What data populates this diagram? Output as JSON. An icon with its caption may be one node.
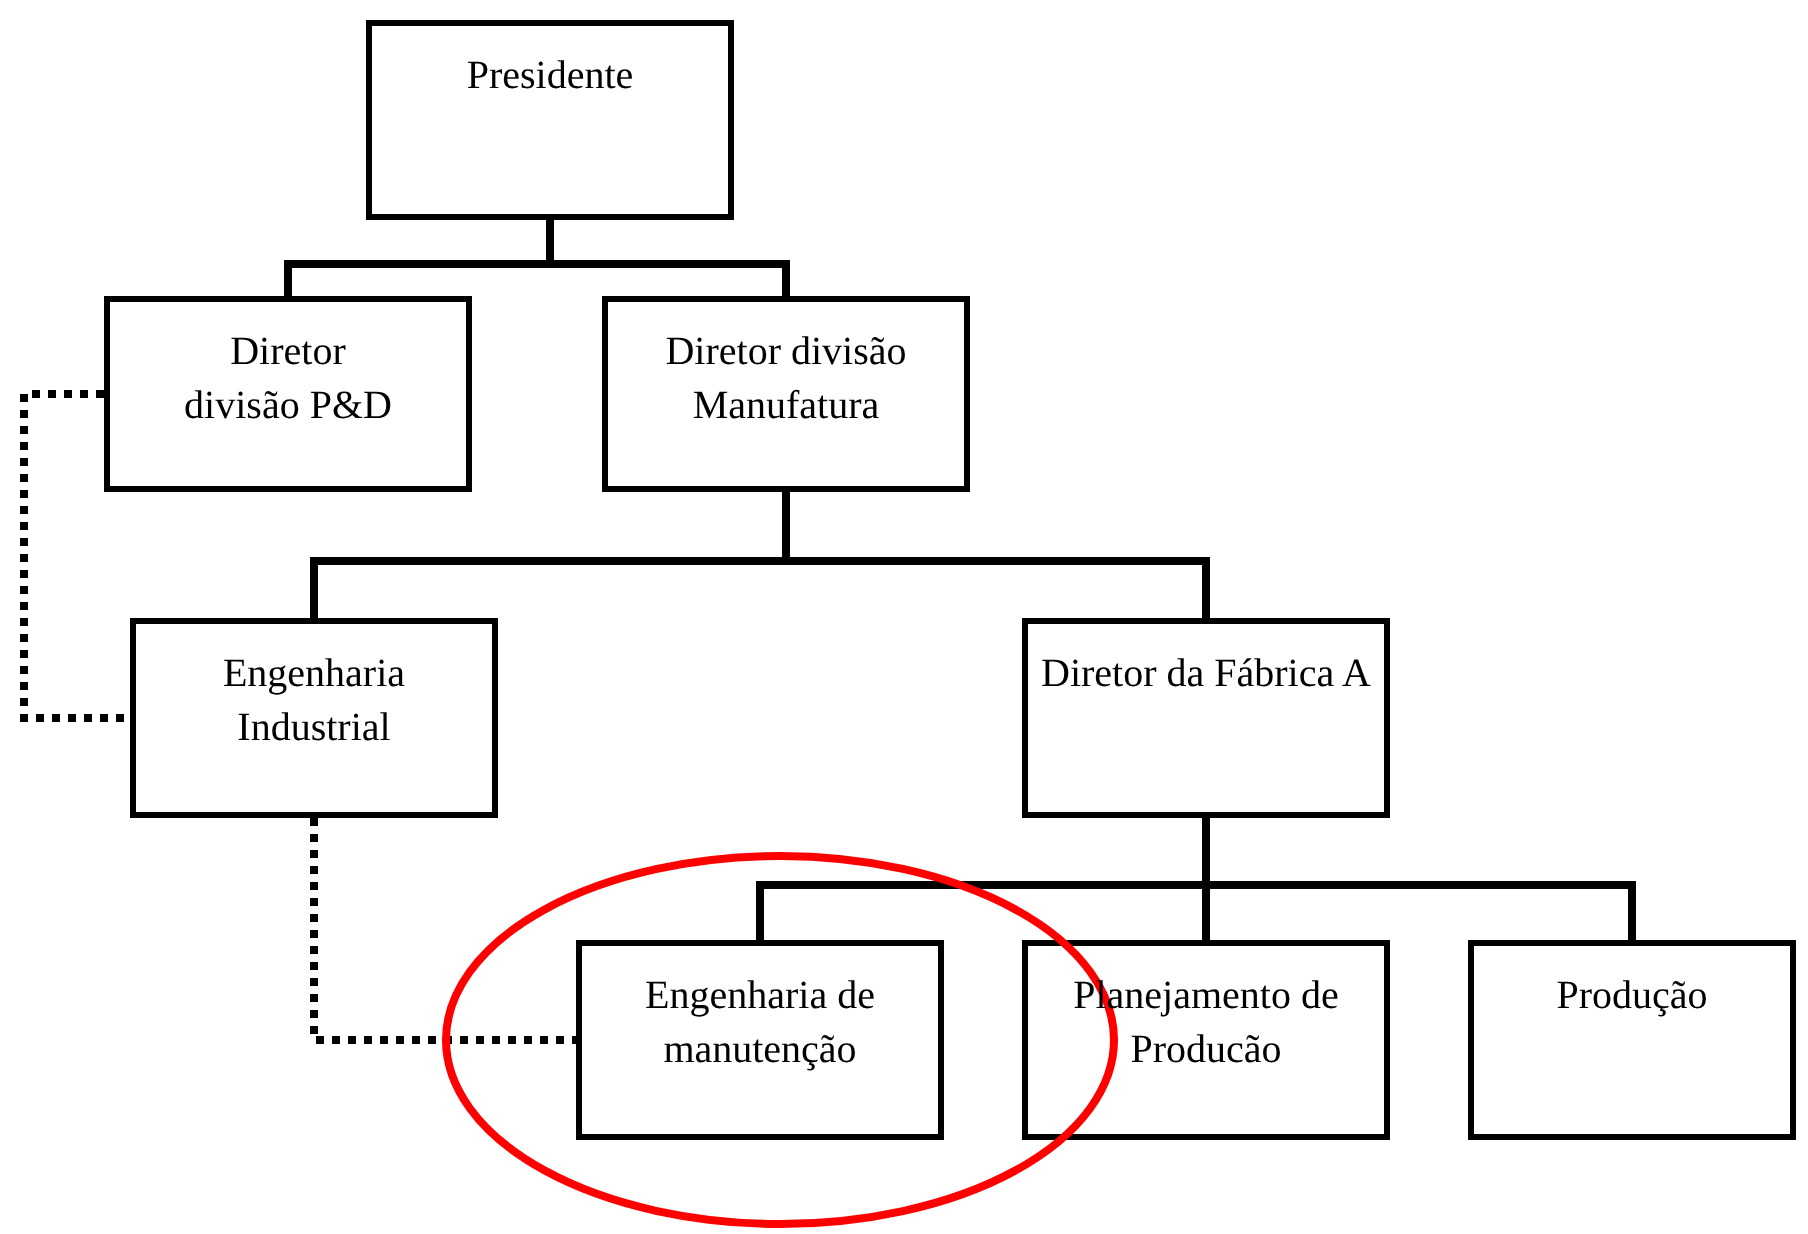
{
  "diagram": {
    "nodes": [
      {
        "text": [
          "Presidente"
        ]
      },
      {
        "text": [
          "Diretor divisão P&D"
        ]
      },
      {
        "text": [
          "Diretor divisão Manufatura"
        ]
      },
      {
        "text": [
          "Engenharia Industrial"
        ]
      },
      {
        "text": [
          "Diretor da Fábrica A"
        ]
      },
      {
        "text": [
          "Engenharia de manutenção"
        ]
      },
      {
        "text": [
          "Planejamento de Producão"
        ]
      },
      {
        "text": [
          "Produção"
        ]
      }
    ],
    "edges": [
      {
        "from": 0,
        "to": 1,
        "arrow": "none"
      },
      {
        "from": 0,
        "to": 2,
        "arrow": "none"
      },
      {
        "from": 2,
        "to": 3,
        "arrow": "none"
      },
      {
        "from": 2,
        "to": 4,
        "arrow": "none"
      },
      {
        "from": 4,
        "to": 5,
        "arrow": "none"
      },
      {
        "from": 4,
        "to": 6,
        "arrow": "none"
      },
      {
        "from": 4,
        "to": 7,
        "arrow": "none"
      },
      {
        "from": 1,
        "to": 3,
        "arrow": "none",
        "style": "dashed"
      },
      {
        "from": 3,
        "to": 5,
        "arrow": "none",
        "style": "dashed"
      }
    ]
  }
}
